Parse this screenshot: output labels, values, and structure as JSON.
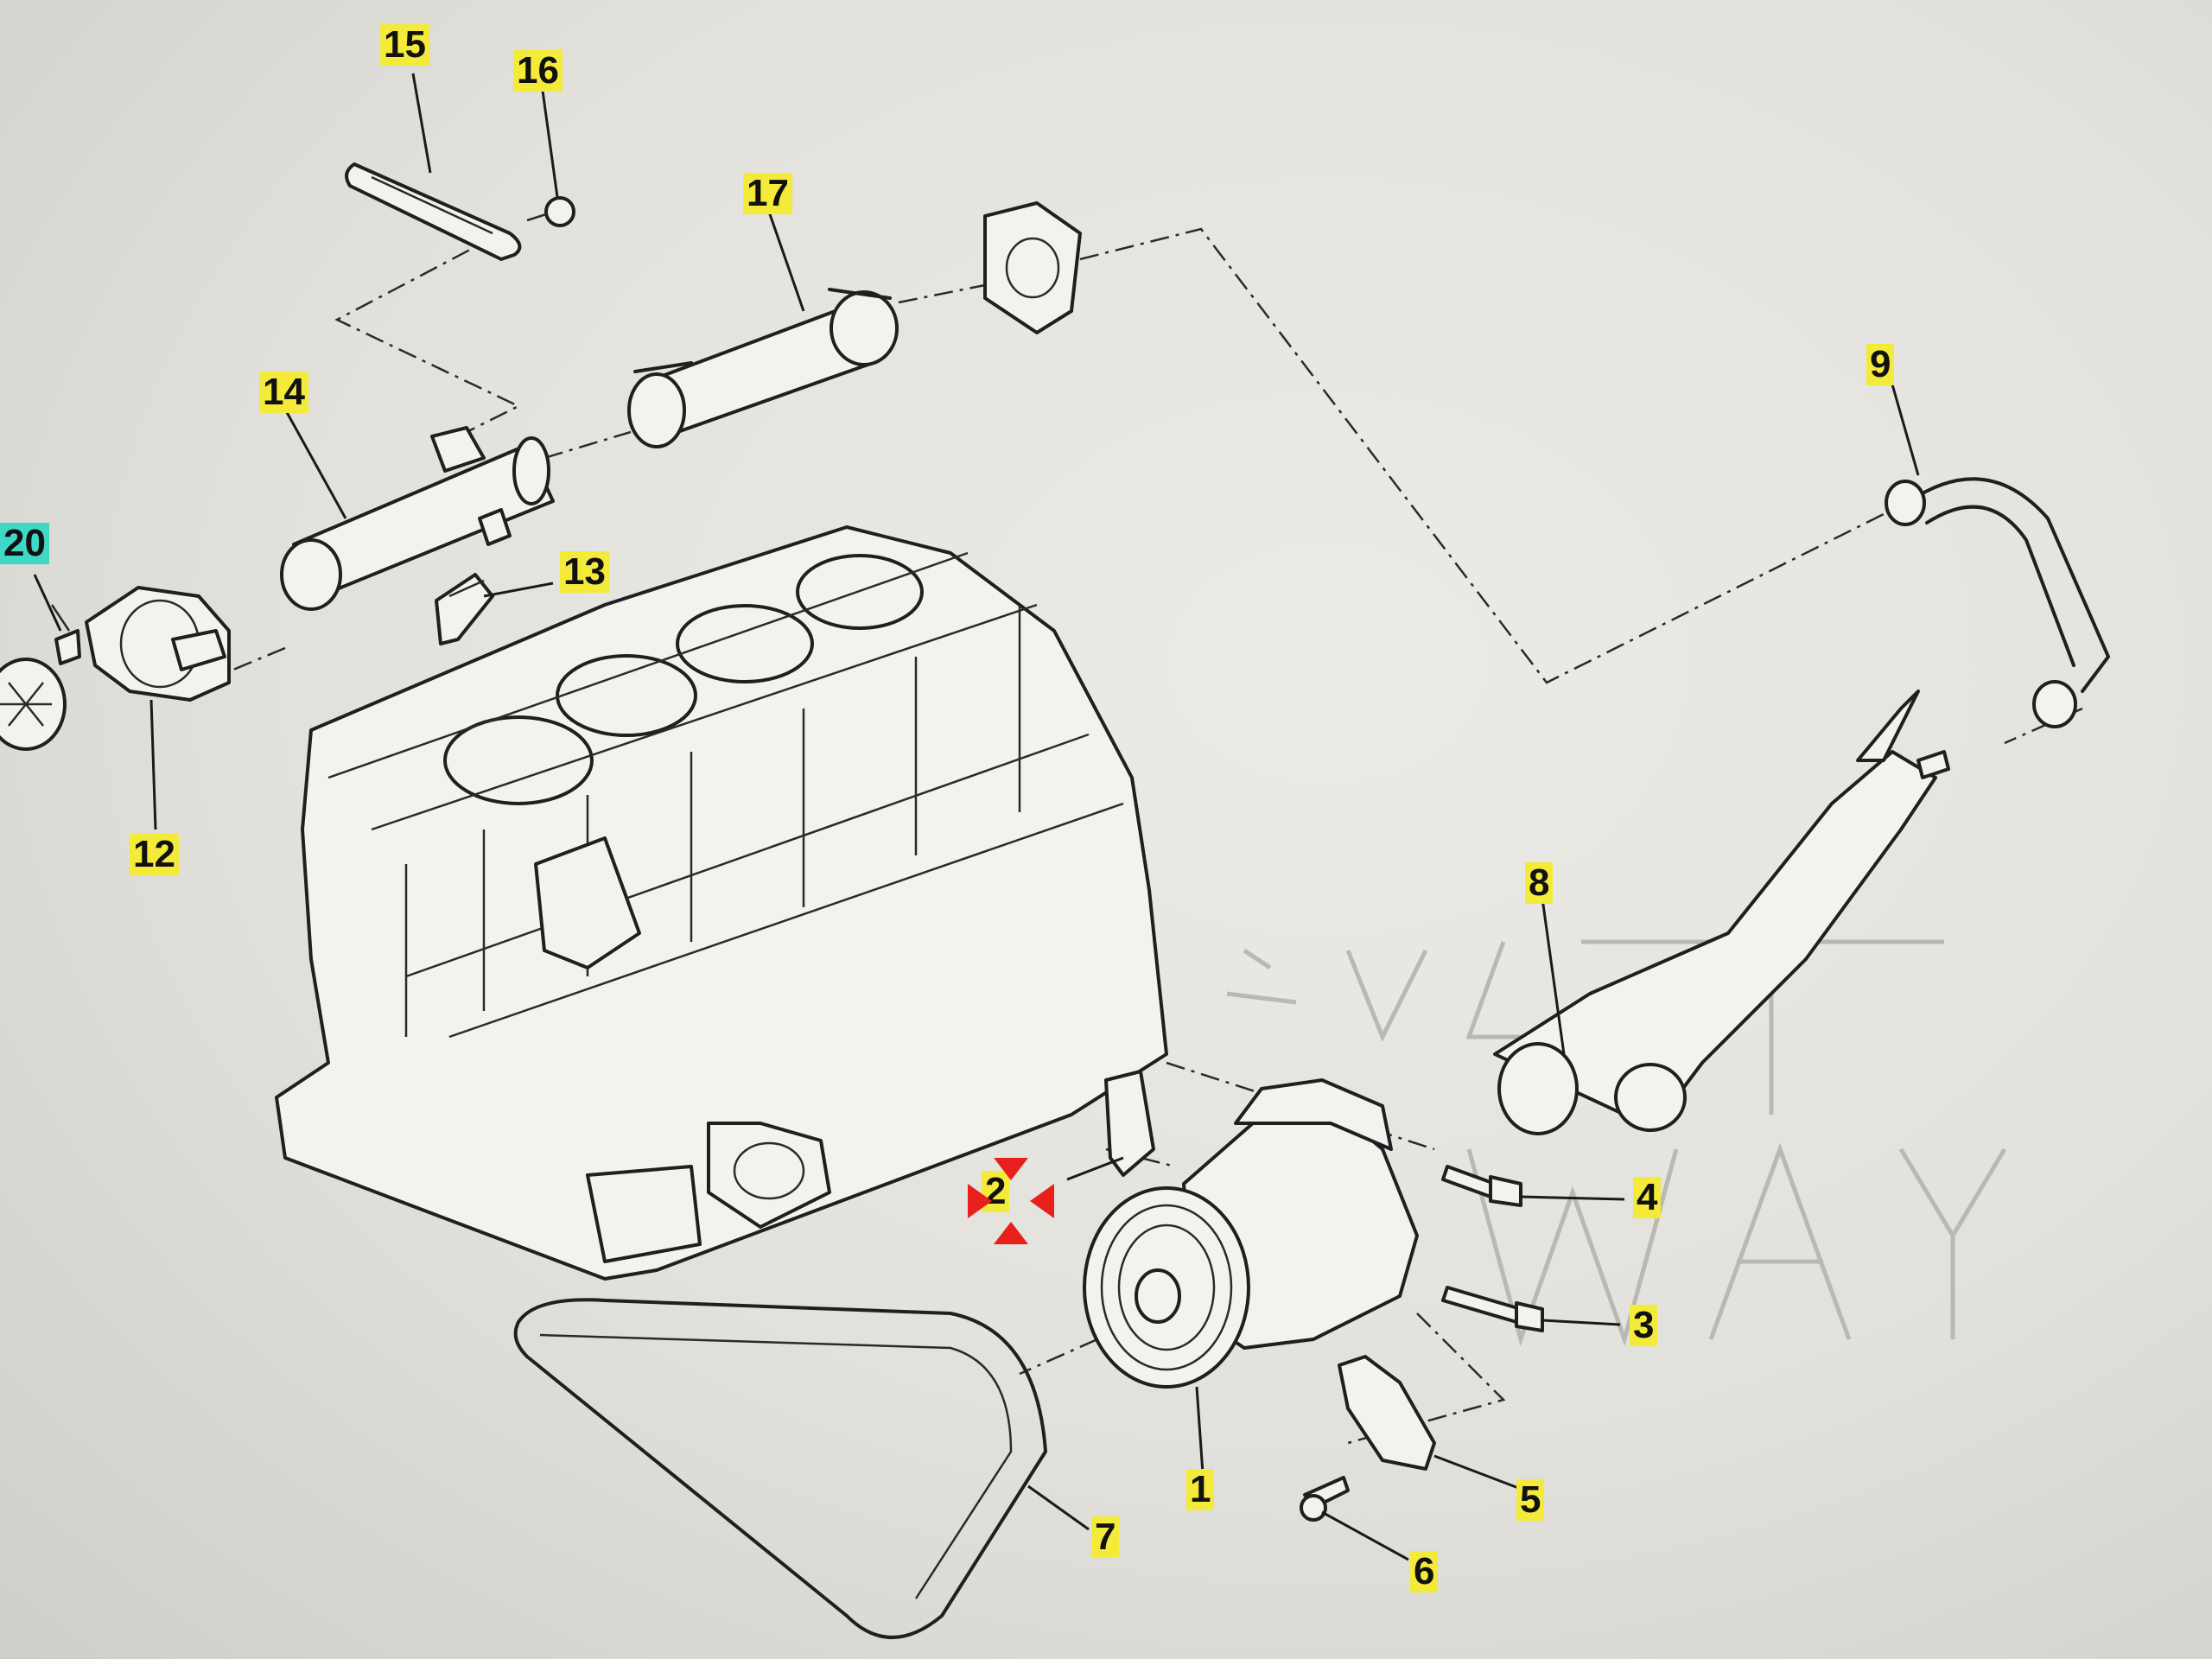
{
  "diagram": {
    "callouts": [
      {
        "id": "c15",
        "label": "15",
        "highlight": "yellow"
      },
      {
        "id": "c16",
        "label": "16",
        "highlight": "yellow"
      },
      {
        "id": "c17",
        "label": "17",
        "highlight": "yellow"
      },
      {
        "id": "c14",
        "label": "14",
        "highlight": "yellow"
      },
      {
        "id": "c20",
        "label": "20",
        "highlight": "cyan"
      },
      {
        "id": "c13",
        "label": "13",
        "highlight": "yellow"
      },
      {
        "id": "c12",
        "label": "12",
        "highlight": "yellow"
      },
      {
        "id": "c9",
        "label": "9",
        "highlight": "yellow"
      },
      {
        "id": "c8",
        "label": "8",
        "highlight": "yellow"
      },
      {
        "id": "c2",
        "label": "2",
        "highlight": "yellow"
      },
      {
        "id": "c4",
        "label": "4",
        "highlight": "yellow"
      },
      {
        "id": "c3",
        "label": "3",
        "highlight": "yellow"
      },
      {
        "id": "c1",
        "label": "1",
        "highlight": "yellow"
      },
      {
        "id": "c5",
        "label": "5",
        "highlight": "yellow"
      },
      {
        "id": "c7",
        "label": "7",
        "highlight": "yellow"
      },
      {
        "id": "c6",
        "label": "6",
        "highlight": "yellow"
      }
    ],
    "colors": {
      "highlight_yellow": "#f3ea3a",
      "highlight_cyan": "#3fd8c6",
      "selection_red": "#e8201c",
      "line": "#1f1f1f"
    }
  }
}
